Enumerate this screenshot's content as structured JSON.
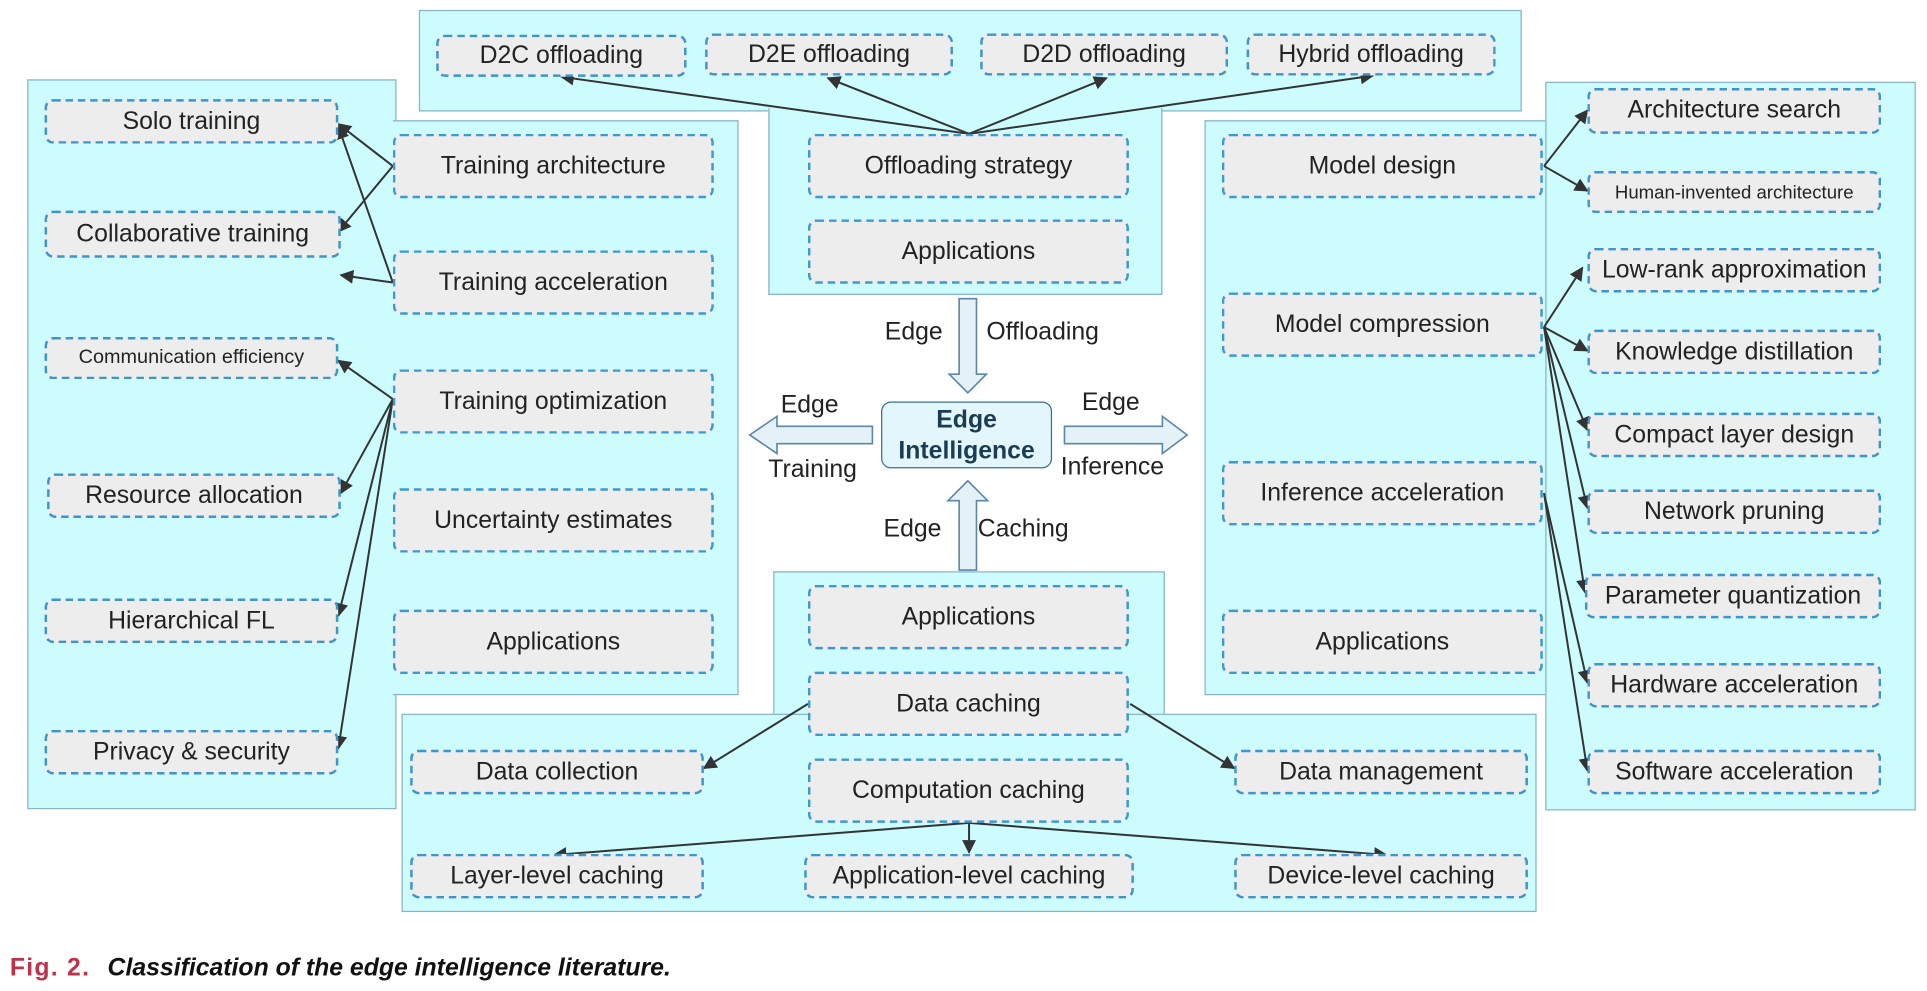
{
  "center": {
    "line1": "Edge",
    "line2": "Intelligence"
  },
  "directions": {
    "offloading": [
      "Edge",
      "Offloading"
    ],
    "training": [
      "Edge",
      "Training"
    ],
    "inference": [
      "Edge",
      "Inference"
    ],
    "caching": [
      "Edge",
      "Caching"
    ]
  },
  "offloading": {
    "leaves": [
      "D2C offloading",
      "D2E offloading",
      "D2D offloading",
      "Hybrid offloading"
    ],
    "main": [
      "Offloading strategy",
      "Applications"
    ]
  },
  "training": {
    "main": [
      "Training architecture",
      "Training acceleration",
      "Training optimization",
      "Uncertainty estimates",
      "Applications"
    ],
    "leaves": [
      "Solo training",
      "Collaborative training",
      "Communication efficiency",
      "Resource allocation",
      "Hierarchical FL",
      "Privacy & security"
    ]
  },
  "inference": {
    "main": [
      "Model design",
      "Model compression",
      "Inference acceleration",
      "Applications"
    ],
    "leaves": [
      "Architecture search",
      "Human-invented architecture",
      "Low-rank approximation",
      "Knowledge distillation",
      "Compact layer design",
      "Network pruning",
      "Parameter quantization",
      "Hardware acceleration",
      "Software acceleration"
    ]
  },
  "caching": {
    "main": [
      "Applications",
      "Data caching",
      "Computation caching"
    ],
    "leaves": [
      "Data collection",
      "Data management",
      "Layer-level caching",
      "Application-level caching",
      "Device-level caching"
    ]
  },
  "caption": {
    "fig": "Fig. 2.",
    "text": "Classification of the edge intelligence literature."
  },
  "colors": {
    "panel": "#ccfcfe",
    "node": "#ededed",
    "border": "#3d9acc",
    "caption_fig": "#c0324a"
  }
}
